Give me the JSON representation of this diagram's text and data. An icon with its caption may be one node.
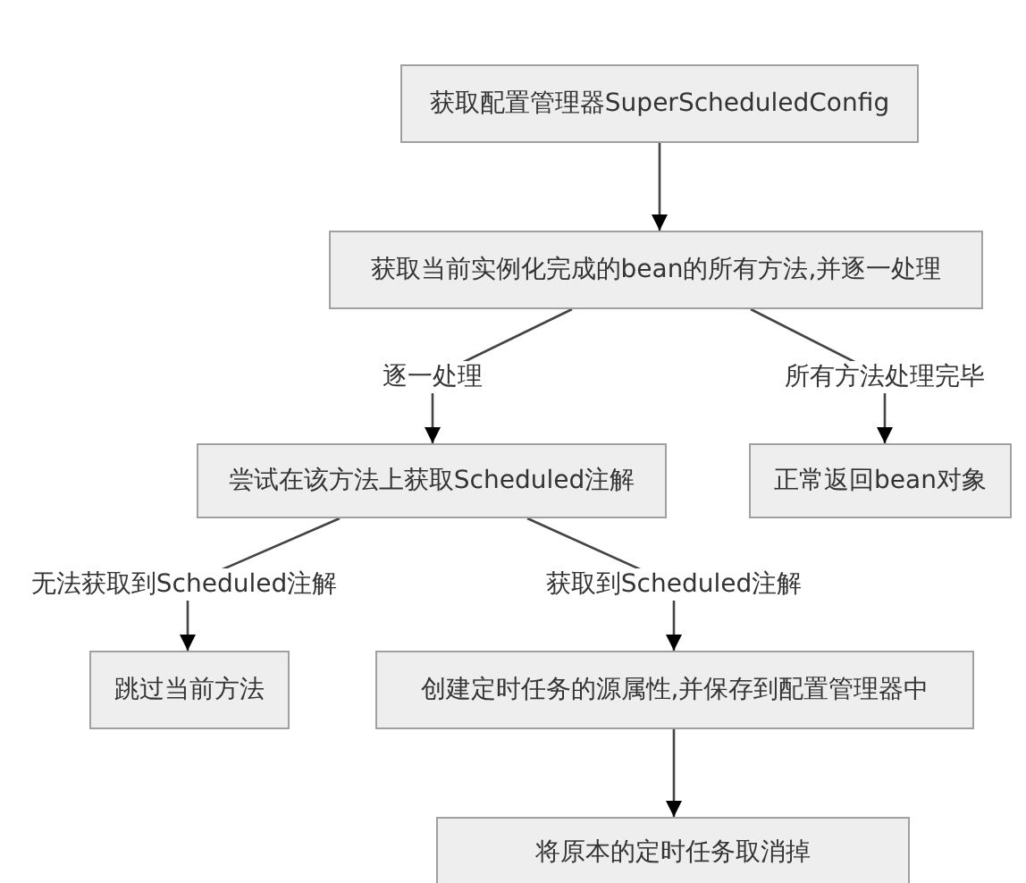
{
  "diagram": {
    "nodes": [
      {
        "text": [
          "获取配置管理器SuperScheduledConfig"
        ]
      },
      {
        "text": [
          "获取当前实例化完成的bean的所有方法,并逐一处理"
        ]
      },
      {
        "text": [
          "尝试在该方法上获取Scheduled注解"
        ]
      },
      {
        "text": [
          "正常返回bean对象"
        ]
      },
      {
        "text": [
          "跳过当前方法"
        ]
      },
      {
        "text": [
          "创建定时任务的源属性,并保存到配置管理器中"
        ]
      },
      {
        "text": [
          "将原本的定时任务取消掉"
        ]
      }
    ],
    "edges": [
      {
        "from": 0,
        "to": 1,
        "arrow": "to"
      },
      {
        "from": 1,
        "to": 2,
        "arrow": "to",
        "label": "逐一处理"
      },
      {
        "from": 1,
        "to": 3,
        "arrow": "to",
        "label": "所有方法处理完毕"
      },
      {
        "from": 2,
        "to": 4,
        "arrow": "to",
        "label": "无法获取到Scheduled注解"
      },
      {
        "from": 2,
        "to": 5,
        "arrow": "to",
        "label": "获取到Scheduled注解"
      },
      {
        "from": 5,
        "to": 6,
        "arrow": "to"
      }
    ]
  }
}
